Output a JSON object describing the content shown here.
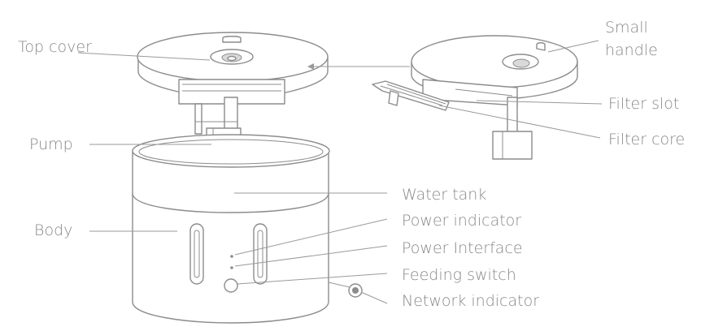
{
  "labels": {
    "top_cover": "Top cover",
    "small_handle_line1": "Small",
    "small_handle_line2": "handle",
    "filter_slot": "Filter slot",
    "filter_core": "Filter core",
    "pump": "Pump",
    "body": "Body",
    "water_tank": "Water tank",
    "power_indicator": "Power indicator",
    "power_interface": "Power Interface",
    "feeding_switch": "Feeding switch",
    "network_indicator": "Network indicator"
  }
}
